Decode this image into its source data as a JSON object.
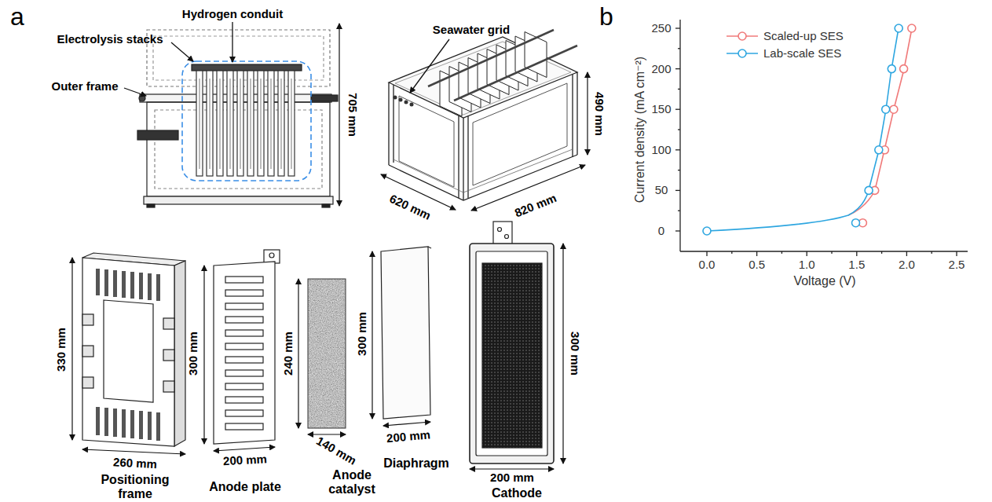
{
  "diagram": {
    "labels": [
      "a",
      "Hydrogen conduit",
      "Electrolysis stacks",
      "Outer frame",
      "705 mm",
      "Seawater grid",
      "490 mm",
      "620 mm",
      "820 mm",
      "330 mm",
      "260 mm",
      "Positioning frame",
      "300 mm",
      "200 mm",
      "Anode plate",
      "240 mm",
      "140 mm",
      "Anode catalyst",
      "300 mm",
      "200 mm",
      "Diaphragm",
      "300 mm",
      "200 mm",
      "Cathode",
      "b",
      "Current density (mA cm⁻²)",
      "250",
      "200",
      "150",
      "100",
      "50",
      "0",
      "Voltage (V)",
      "0.0",
      "0.5",
      "1.0",
      "1.5",
      "2.0",
      "2.5"
    ],
    "legend": [
      {
        "text": "Scaled-up SES"
      },
      {
        "text": "Lab-scale SES"
      }
    ]
  }
}
